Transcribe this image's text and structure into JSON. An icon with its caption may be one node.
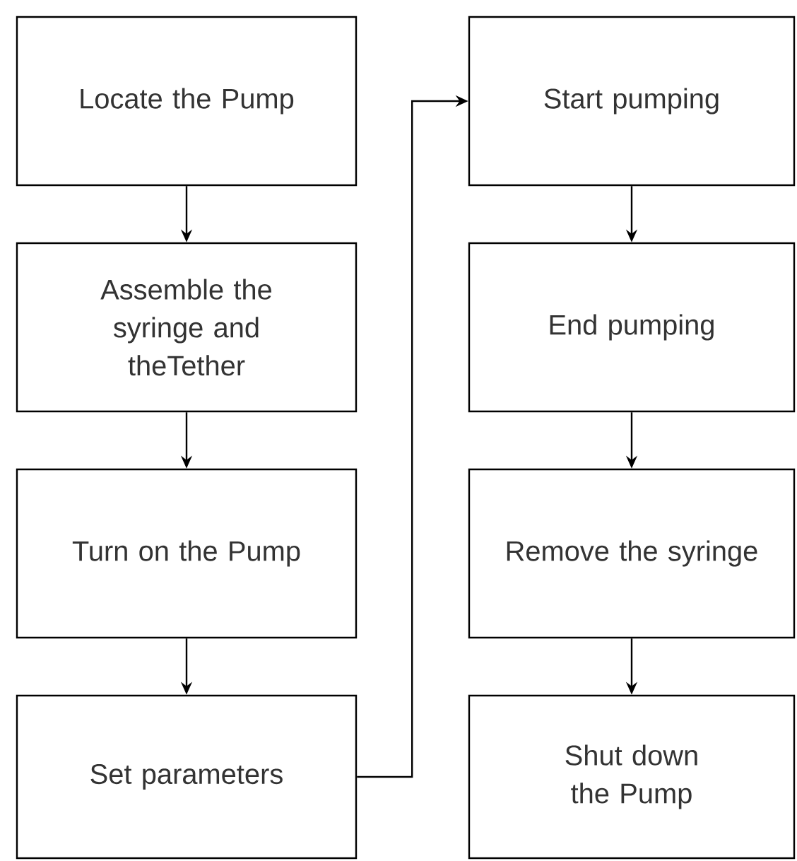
{
  "diagram": {
    "nodes": [
      {
        "text": [
          "Locate the Pump"
        ]
      },
      {
        "text": [
          "Assemble the syringe and theTether"
        ]
      },
      {
        "text": [
          "Turn on the Pump"
        ]
      },
      {
        "text": [
          "Set parameters"
        ]
      },
      {
        "text": [
          "Start pumping"
        ]
      },
      {
        "text": [
          "End pumping"
        ]
      },
      {
        "text": [
          "Remove the syringe"
        ]
      },
      {
        "text": [
          "Shut down the Pump"
        ]
      }
    ],
    "edges": [
      {
        "from": 0,
        "to": 1,
        "arrow": "to"
      },
      {
        "from": 1,
        "to": 2,
        "arrow": "to"
      },
      {
        "from": 2,
        "to": 3,
        "arrow": "to"
      },
      {
        "from": 3,
        "to": 4,
        "arrow": "to"
      },
      {
        "from": 4,
        "to": 5,
        "arrow": "to"
      },
      {
        "from": 5,
        "to": 6,
        "arrow": "to"
      },
      {
        "from": 6,
        "to": 7,
        "arrow": "to"
      }
    ]
  }
}
